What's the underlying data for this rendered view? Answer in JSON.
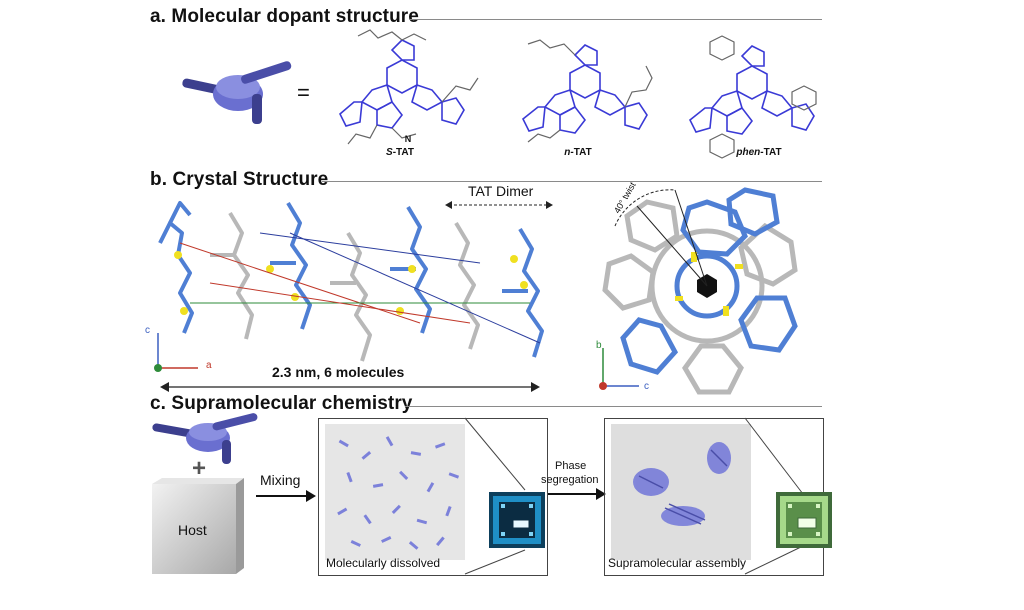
{
  "sections": {
    "a": "a. Molecular dopant structure",
    "b": "b. Crystal Structure",
    "c": "c. Supramolecular chemistry"
  },
  "panel_a": {
    "equals": "=",
    "molecules": [
      {
        "prefix": "S",
        "suffix": "-TAT"
      },
      {
        "prefix": "n",
        "suffix": "-TAT"
      },
      {
        "prefix": "phen",
        "suffix": "-TAT"
      }
    ]
  },
  "panel_b": {
    "dimer_label": "TAT Dimer",
    "length_label": "2.3 nm, 6 molecules",
    "twist_label": "40° twist",
    "axes_left": {
      "vertical": "c",
      "horizontal": "a"
    },
    "axes_right": {
      "vertical": "b",
      "horizontal": "c"
    }
  },
  "panel_c": {
    "plus": "+",
    "host": "Host",
    "mixing": "Mixing",
    "phase_line1": "Phase",
    "phase_line2": "segregation",
    "dissolved": "Molecularly dissolved",
    "assembly": "Supramolecular assembly"
  },
  "colors": {
    "blue_mol": "#3a3ad6",
    "dopant": "#5a5fc8",
    "crystal_blue": "#4f7fd4",
    "crystal_grey": "#b8b8b8",
    "sulfur": "#f0e020"
  }
}
